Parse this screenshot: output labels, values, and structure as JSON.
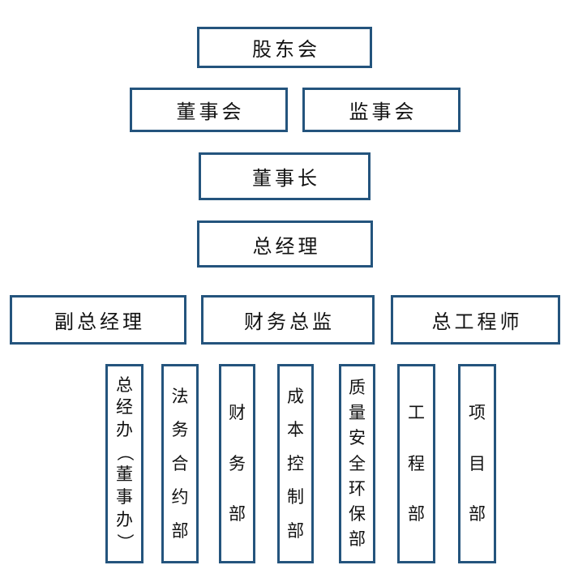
{
  "org": {
    "top": {
      "label": "股东会"
    },
    "row2": [
      {
        "label": "董事会"
      },
      {
        "label": "监事会"
      }
    ],
    "row3": {
      "label": "董事长"
    },
    "row4": {
      "label": "总经理"
    },
    "row5": [
      {
        "label": "副总经理"
      },
      {
        "label": "财务总监"
      },
      {
        "label": "总工程师"
      }
    ],
    "departments": [
      {
        "label": "总经办（董事办）"
      },
      {
        "label": "法务合约部"
      },
      {
        "label": "财务部"
      },
      {
        "label": "成本控制部"
      },
      {
        "label": "质量安全环保部"
      },
      {
        "label": "工程部"
      },
      {
        "label": "项目部"
      }
    ]
  },
  "colors": {
    "border": "#24547D",
    "text": "#121212",
    "background": "#FFFFFF"
  }
}
